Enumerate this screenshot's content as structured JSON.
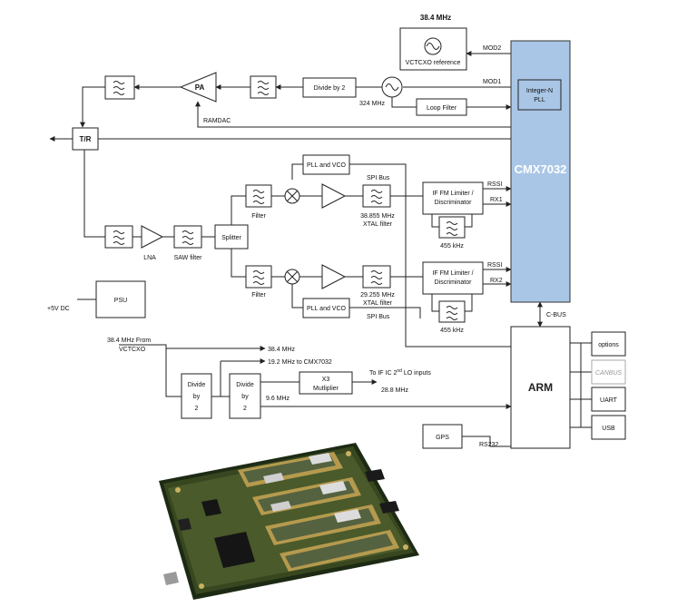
{
  "blocks": {
    "cmx": "CMX7032",
    "pll_integer": [
      "Integer-N",
      "PLL"
    ],
    "vctcxo_ref": "VCTCXO reference",
    "freq_384_top": "38.4 MHz",
    "divide_by_2": "Divide by 2",
    "pa": "PA",
    "loop_filter": "Loop Filter",
    "freq_324": "324 MHz",
    "tr": "T/R",
    "pll_vco": "PLL and VCO",
    "filter": "Filter",
    "xtal_upper": [
      "38.855 MHz",
      "XTAL filter"
    ],
    "xtal_lower": [
      "29.255 MHz",
      "XTAL filter"
    ],
    "if_limiter": [
      "IF FM Limiter /",
      "Discriminator"
    ],
    "khz455": "455 kHz",
    "lna": "LNA",
    "saw": "SAW filter",
    "splitter": "Splitter",
    "psu": "PSU",
    "arm": "ARM",
    "options": "options",
    "canbus": "CANBUS",
    "uart": "UART",
    "usb": "USB",
    "gps": "GPS",
    "divide_by": [
      "Divide",
      "by",
      "2"
    ],
    "x3": [
      "X3",
      "Mutliplier"
    ]
  },
  "signals": {
    "mod2": "MOD2",
    "mod1": "MOD1",
    "ramdac": "RAMDAC",
    "spi_bus": "SPI Bus",
    "rssi": "RSSI",
    "rx1": "RX1",
    "rx2": "RX2",
    "cbus": "C-BUS",
    "plus5v": "+5V DC",
    "ref_from": [
      "38.4 MHz From",
      "VCTCXO"
    ],
    "out_384": "38.4 MHz",
    "out_192": "19.2 MHz to CMX7032",
    "to_if_a": "To IF IC 2",
    "to_if_sup": "nd",
    "to_if_b": " LO inputs",
    "freq_288": "28.8 MHz",
    "freq_96": "9.6 MHz",
    "rs232": "RS232"
  }
}
